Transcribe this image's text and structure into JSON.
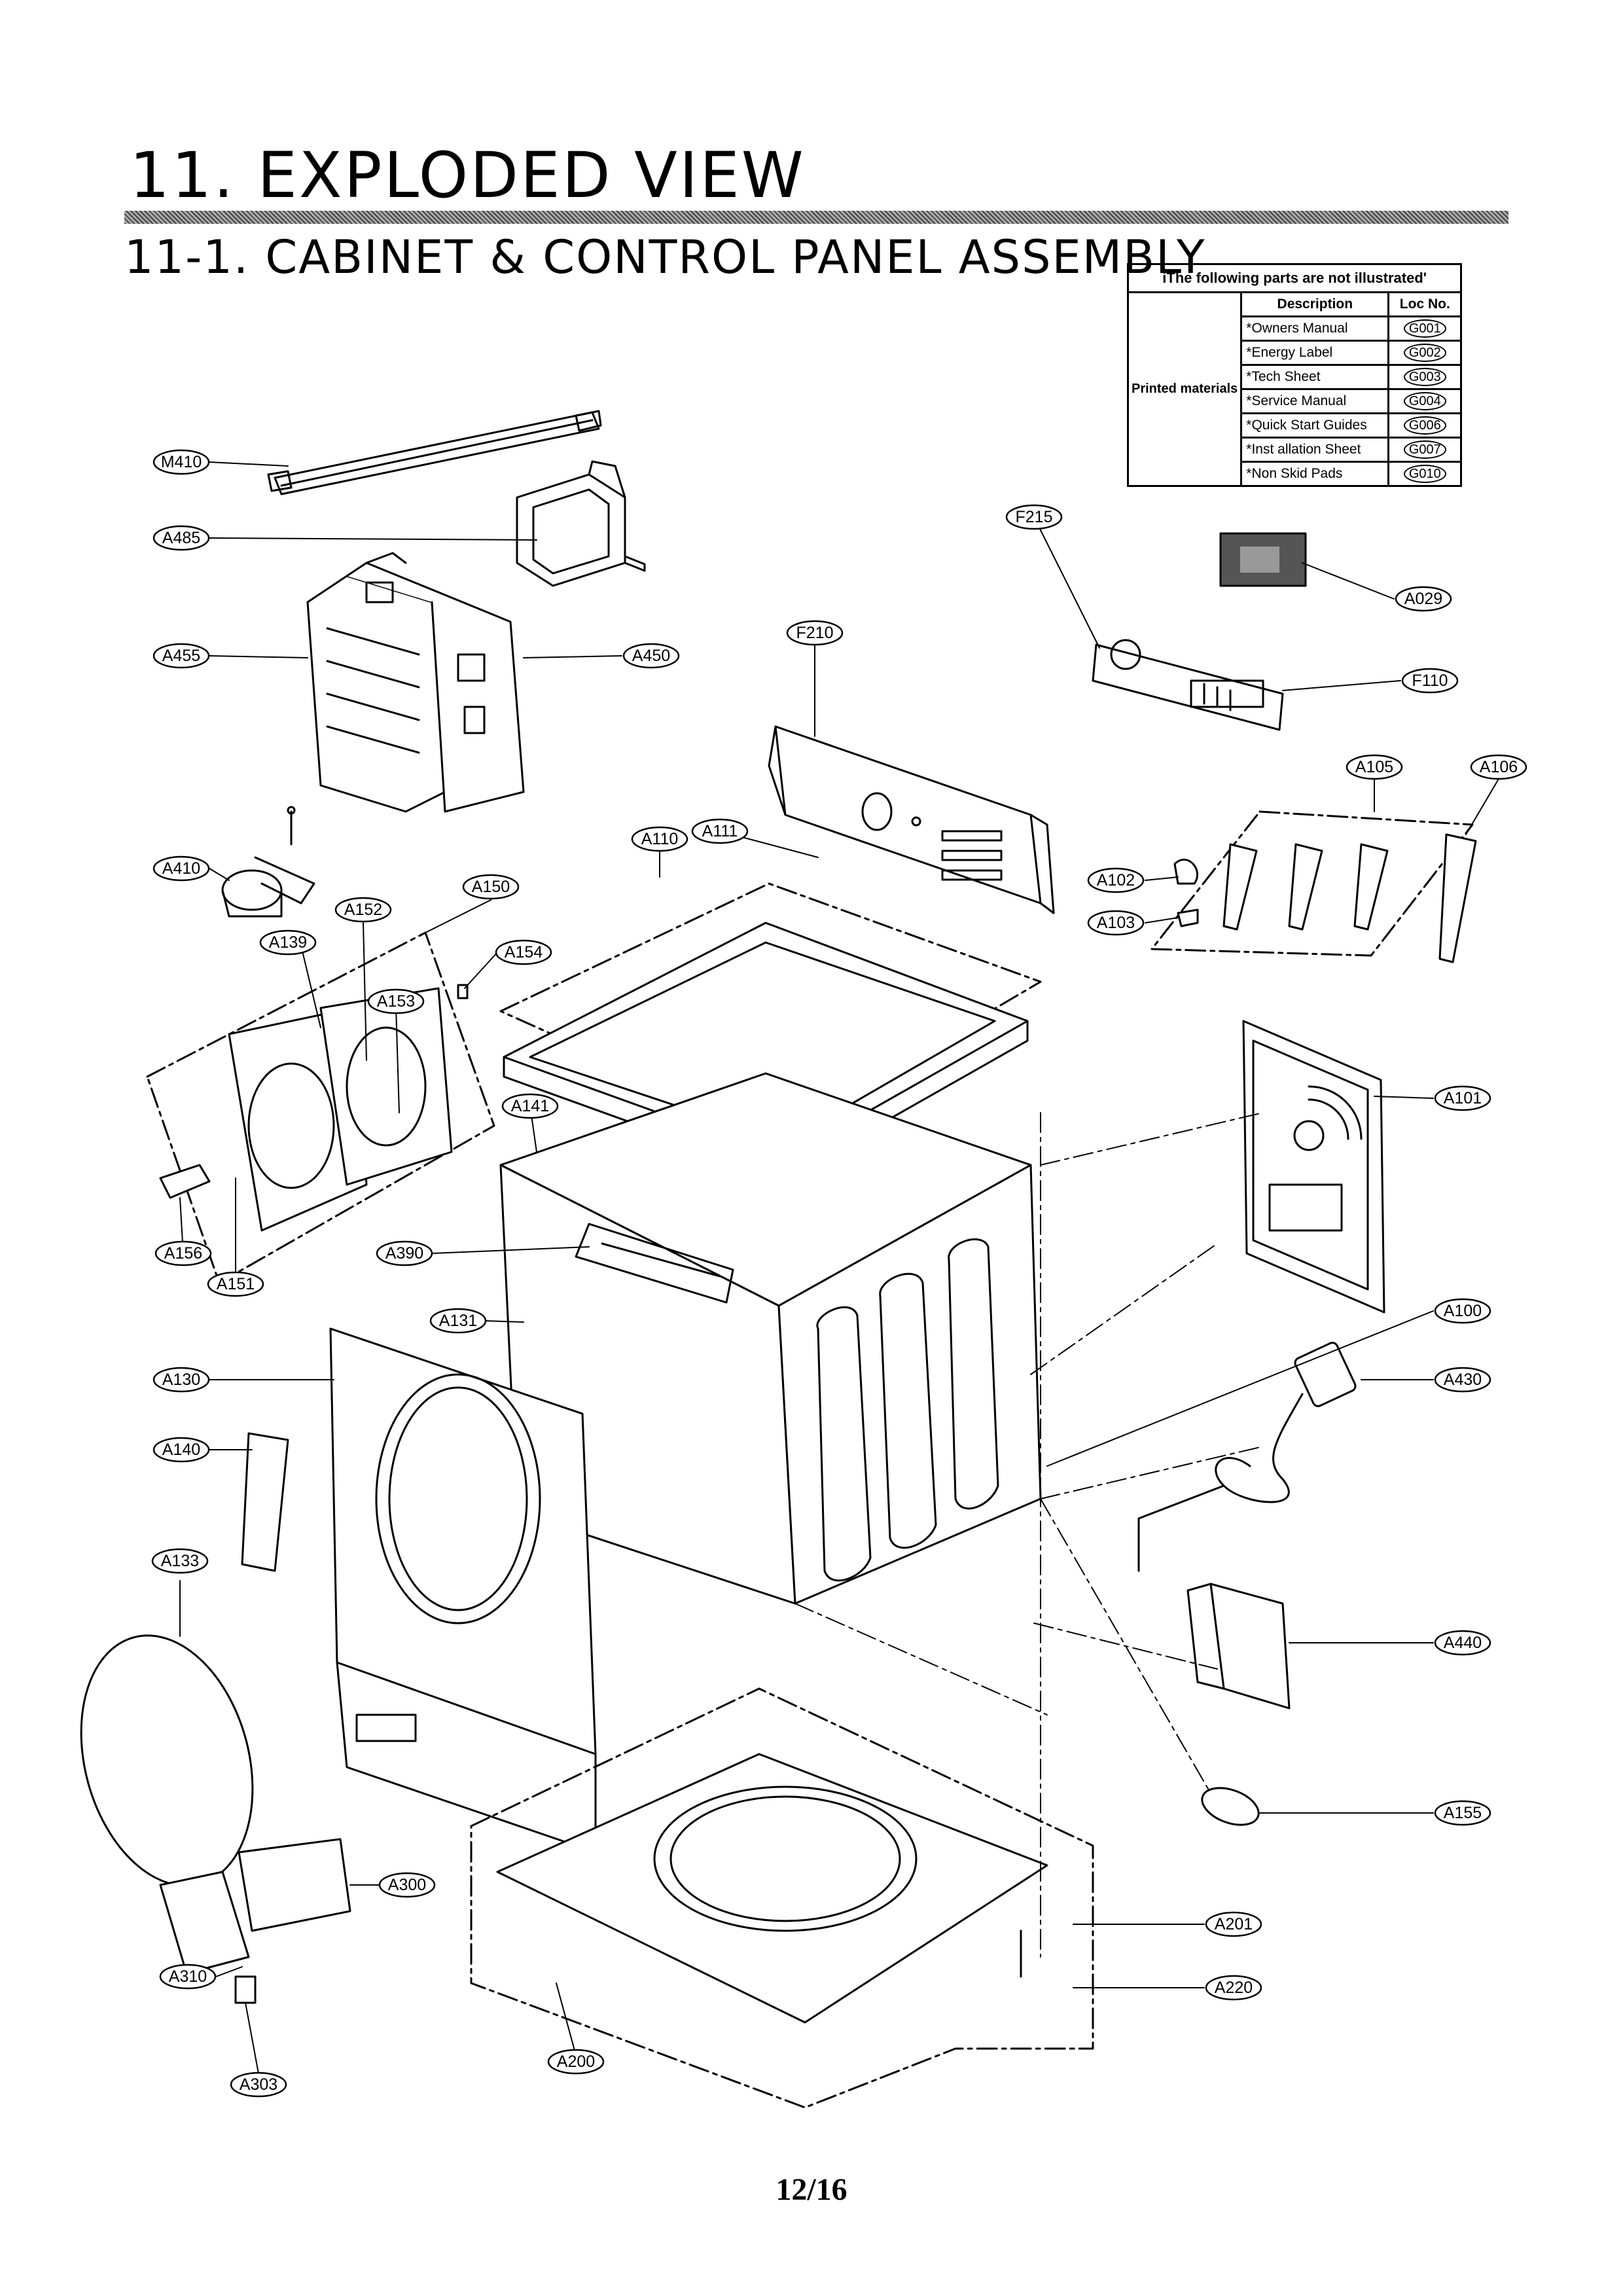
{
  "title": "11. EXPLODED VIEW",
  "subtitle": "11-1. CABINET  & CONTROL PANEL ASSEMBLY",
  "not_illustrated": {
    "caption": "iThe following parts are not illustrated'",
    "header_description": "Description",
    "header_loc": "Loc No.",
    "group": "Printed materials",
    "rows": [
      {
        "desc": "*Owners  Manual",
        "loc": "G001"
      },
      {
        "desc": "*Energy Label",
        "loc": "G002"
      },
      {
        "desc": "*Tech Sheet",
        "loc": "G003"
      },
      {
        "desc": "*Service Manual",
        "loc": "G004"
      },
      {
        "desc": "*Quick Start Guides",
        "loc": "G006"
      },
      {
        "desc": "*Inst allation Sheet",
        "loc": "G007"
      },
      {
        "desc": "*Non Skid Pads",
        "loc": "G010"
      }
    ]
  },
  "callouts": {
    "M410": "M410",
    "A485": "A485",
    "A455": "A455",
    "A450": "A450",
    "F215": "F215",
    "A029": "A029",
    "F210": "F210",
    "F110": "F110",
    "A105": "A105",
    "A106": "A106",
    "A410": "A410",
    "A111": "A111",
    "A110": "A110",
    "A150": "A150",
    "A152": "A152",
    "A139": "A139",
    "A154": "A154",
    "A102": "A102",
    "A103": "A103",
    "A153": "A153",
    "A141": "A141",
    "A101": "A101",
    "A156": "A156",
    "A390": "A390",
    "A151": "A151",
    "A131": "A131",
    "A100": "A100",
    "A130": "A130",
    "A430": "A430",
    "A140": "A140",
    "A133": "A133",
    "A440": "A440",
    "A155": "A155",
    "A300": "A300",
    "A201": "A201",
    "A310": "A310",
    "A220": "A220",
    "A303": "A303",
    "A200": "A200"
  },
  "page_number": "12/16"
}
